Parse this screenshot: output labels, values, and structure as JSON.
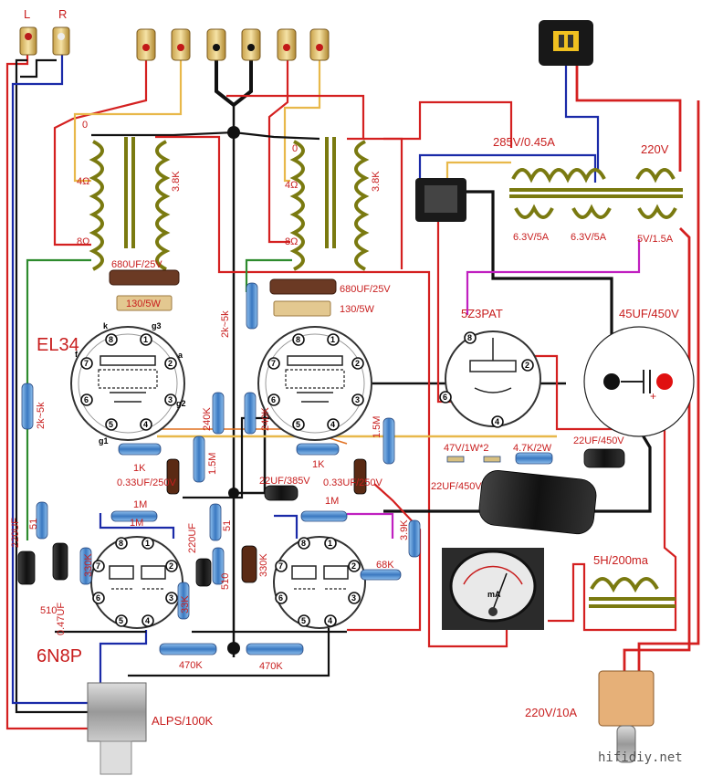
{
  "labels": {
    "input_left": "L",
    "input_right": "R",
    "tap_0_left": "0",
    "tap_4_left": "4Ω",
    "tap_8_left": "8Ω",
    "primary_left": "3.8K",
    "tap_0_right": "0",
    "tap_4_right": "4Ω",
    "tap_8_right": "8Ω",
    "primary_right": "3.8K",
    "power_secondary_hv": "285V/0.45A",
    "power_primary": "220V",
    "heater_1": "6.3V/5A",
    "heater_2": "6.3V/5A",
    "heater_3": "5V/1.5A",
    "cap_680_left": "680UF/25V",
    "res_130_left": "130/5W",
    "cap_680_right": "680UF/25V",
    "res_130_right": "130/5W",
    "rect_tube": "5Z3PAT",
    "filter_cap": "45UF/450V",
    "power_tube": "EL34",
    "res_2k5k_left": "2k~5k",
    "res_2k5k_mid": "2k~5k",
    "res_240k_a": "240K",
    "res_240k_b": "240K",
    "res_15m_a": "1.5M",
    "res_15m_b": "1.5M",
    "res_1k_a": "1K",
    "res_1k_b": "1K",
    "cap_033_a": "0.33UF/250V",
    "cap_033_b": "0.33UF/250V",
    "cap_22_385": "22UF/385V",
    "res_47_1w": "47V/1W*2",
    "res_47k_2w": "4.7K/2W",
    "cap_22_450_a": "22UF/450V",
    "cap_22_450_b": "22UF/450V",
    "res_1m_a": "1M",
    "res_1m_b": "1M",
    "res_1m_c": "1M",
    "res_51_a": "51",
    "res_51_b": "51",
    "cap_220uf_a": "220UF",
    "cap_220uf_b": "220UF",
    "res_330k_a": "330K",
    "res_330k_b": "330K",
    "res_510_a": "510",
    "res_510_b": "510",
    "res_33k": "33K",
    "cap_047": "0.47UF",
    "res_39k": "3.9K",
    "res_68k": "68K",
    "choke": "5H/200ma",
    "driver_tube": "6N8P",
    "res_470k_a": "470K",
    "res_470k_b": "470K",
    "volume_pot": "ALPS/100K",
    "switch": "220V/10A",
    "meter_unit": "mA",
    "watermark": "hifidiy.net"
  },
  "pins": {
    "el34": [
      "1",
      "2",
      "3",
      "4",
      "5",
      "6",
      "7",
      "8"
    ],
    "el34_letters": [
      "k",
      "g1",
      "g2",
      "f",
      "a",
      "g3"
    ],
    "rect": [
      "2",
      "4",
      "6",
      "8"
    ],
    "n8p": [
      "1",
      "2",
      "3",
      "4",
      "5",
      "6",
      "7",
      "8"
    ]
  },
  "colors": {
    "wire_red": "#d42020",
    "wire_black": "#111111",
    "wire_blue": "#1a2aa8",
    "wire_green": "#2e8b2e",
    "wire_yellow": "#e8b84a",
    "wire_magenta": "#c020c0",
    "wire_orange": "#e07020",
    "transformer": "#7a7a10",
    "label_red": "#c81e1e",
    "resistor_blue": "#4a8ad0"
  }
}
